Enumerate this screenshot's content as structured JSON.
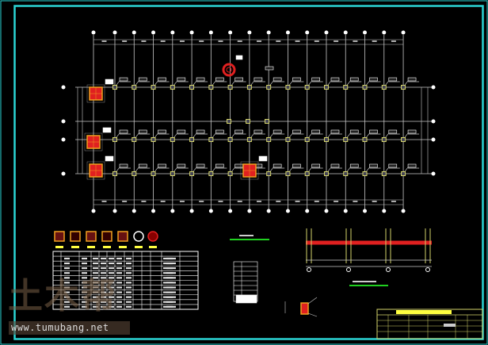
{
  "drawing": {
    "type": "structural foundation plan (CAD)",
    "colors": {
      "frame": "#2ad4d4",
      "grid": "#c8c8c8",
      "column": "#d4d46a",
      "red": "#e02020",
      "orange": "#f0a020",
      "green": "#20d020",
      "title_yellow": "#ffff40"
    }
  },
  "watermark": {
    "logo": "土木帮",
    "url": "www.tumubang.net"
  }
}
